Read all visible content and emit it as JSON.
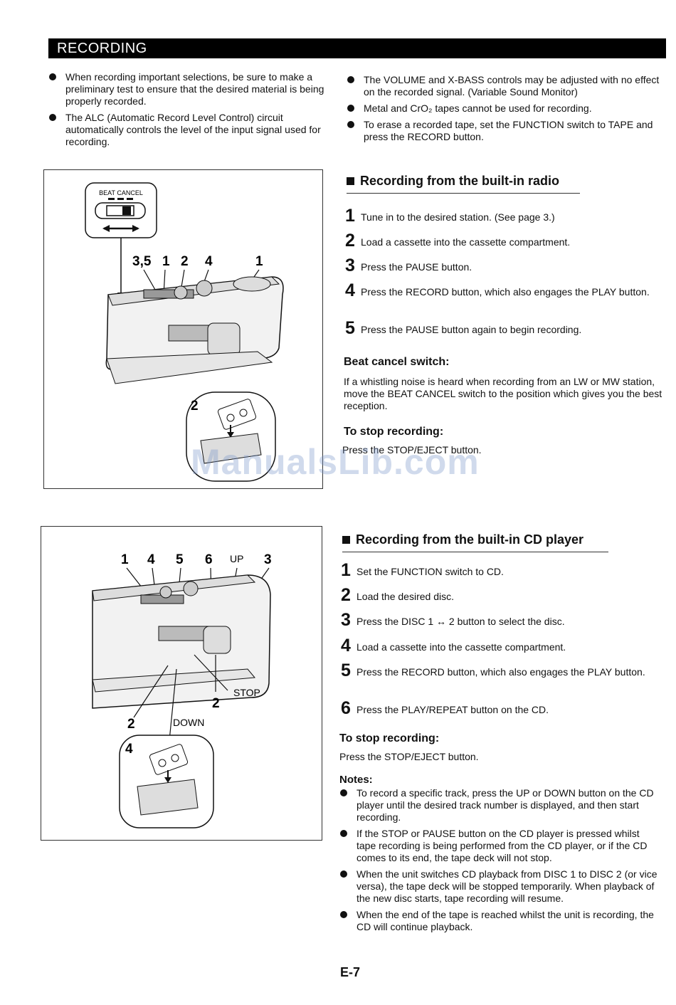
{
  "header": {
    "title": "RECORDING"
  },
  "intro_left": [
    "When recording important selections, be sure to make a preliminary test to ensure that the desired material is being properly recorded.",
    "The ALC (Automatic Record Level Control) circuit automatically controls the level of the input signal used for recording."
  ],
  "intro_right": [
    "The VOLUME and X-BASS controls may be adjusted with no effect on the recorded signal. (Variable Sound Monitor)",
    "Metal and CrO₂ tapes cannot be used for recording.",
    "To erase a recorded tape, set the FUNCTION switch to TAPE and press the RECORD button."
  ],
  "radio": {
    "title": "Recording from the built-in radio",
    "steps": [
      {
        "num": "1",
        "text": "Tune in to the desired station. (See page 3.)"
      },
      {
        "num": "2",
        "text": "Load a cassette into the cassette compartment."
      },
      {
        "num": "3",
        "text": "Press the PAUSE button."
      },
      {
        "num": "4",
        "text": "Press the RECORD button, which also engages the PLAY button."
      },
      {
        "num": "5",
        "text": "Press the PAUSE button again to begin recording."
      }
    ],
    "beat_title": "Beat cancel switch:",
    "beat_text": "If a whistling noise is heard when recording from an LW or MW station, move the BEAT CANCEL switch to the position which gives you the best reception.",
    "stop_title": "To stop recording:",
    "stop_text": "Press the STOP/EJECT button."
  },
  "cd": {
    "title": "Recording from the built-in CD player",
    "steps": [
      {
        "num": "1",
        "text": "Set the FUNCTION switch to CD."
      },
      {
        "num": "2",
        "text": "Load the desired disc."
      },
      {
        "num": "3",
        "text": "Press the DISC 1 ↔ 2 button to select the disc."
      },
      {
        "num": "4",
        "text": "Load a cassette into the cassette compartment."
      },
      {
        "num": "5",
        "text": "Press the RECORD button, which also engages the PLAY button."
      },
      {
        "num": "6",
        "text": "Press the PLAY/REPEAT button on the CD."
      }
    ],
    "stop_title": "To stop recording:",
    "stop_text": "Press the STOP/EJECT button.",
    "notes_title": "Notes:",
    "notes": [
      "To record a specific track, press the UP or DOWN button on the CD player until the desired track number is displayed, and then start recording.",
      "If the STOP or PAUSE button on the CD player is pressed whilst tape recording is being performed from the CD player, or if the CD comes to its end, the tape deck will not stop.",
      "When the unit switches CD playback from DISC 1 to DISC 2 (or vice versa), the tape deck will be stopped temporarily. When playback of the new disc starts, tape recording will resume.",
      "When the end of the tape is reached whilst the unit is recording, the CD will continue playback."
    ]
  },
  "fig1": {
    "beat_cancel_label": "BEAT CANCEL",
    "callouts": {
      "c35": "3,5",
      "c1a": "1",
      "c2": "2",
      "c4": "4",
      "c1b": "1",
      "c2b": "2"
    }
  },
  "fig2": {
    "callouts": {
      "c1": "1",
      "c4": "4",
      "c5": "5",
      "c6": "6",
      "up": "UP",
      "c3": "3",
      "stop": "STOP",
      "c2a": "2",
      "c2b": "2",
      "down": "DOWN",
      "c4b": "4"
    }
  },
  "page_number": "E-7",
  "watermark": "ManualsLib.com"
}
